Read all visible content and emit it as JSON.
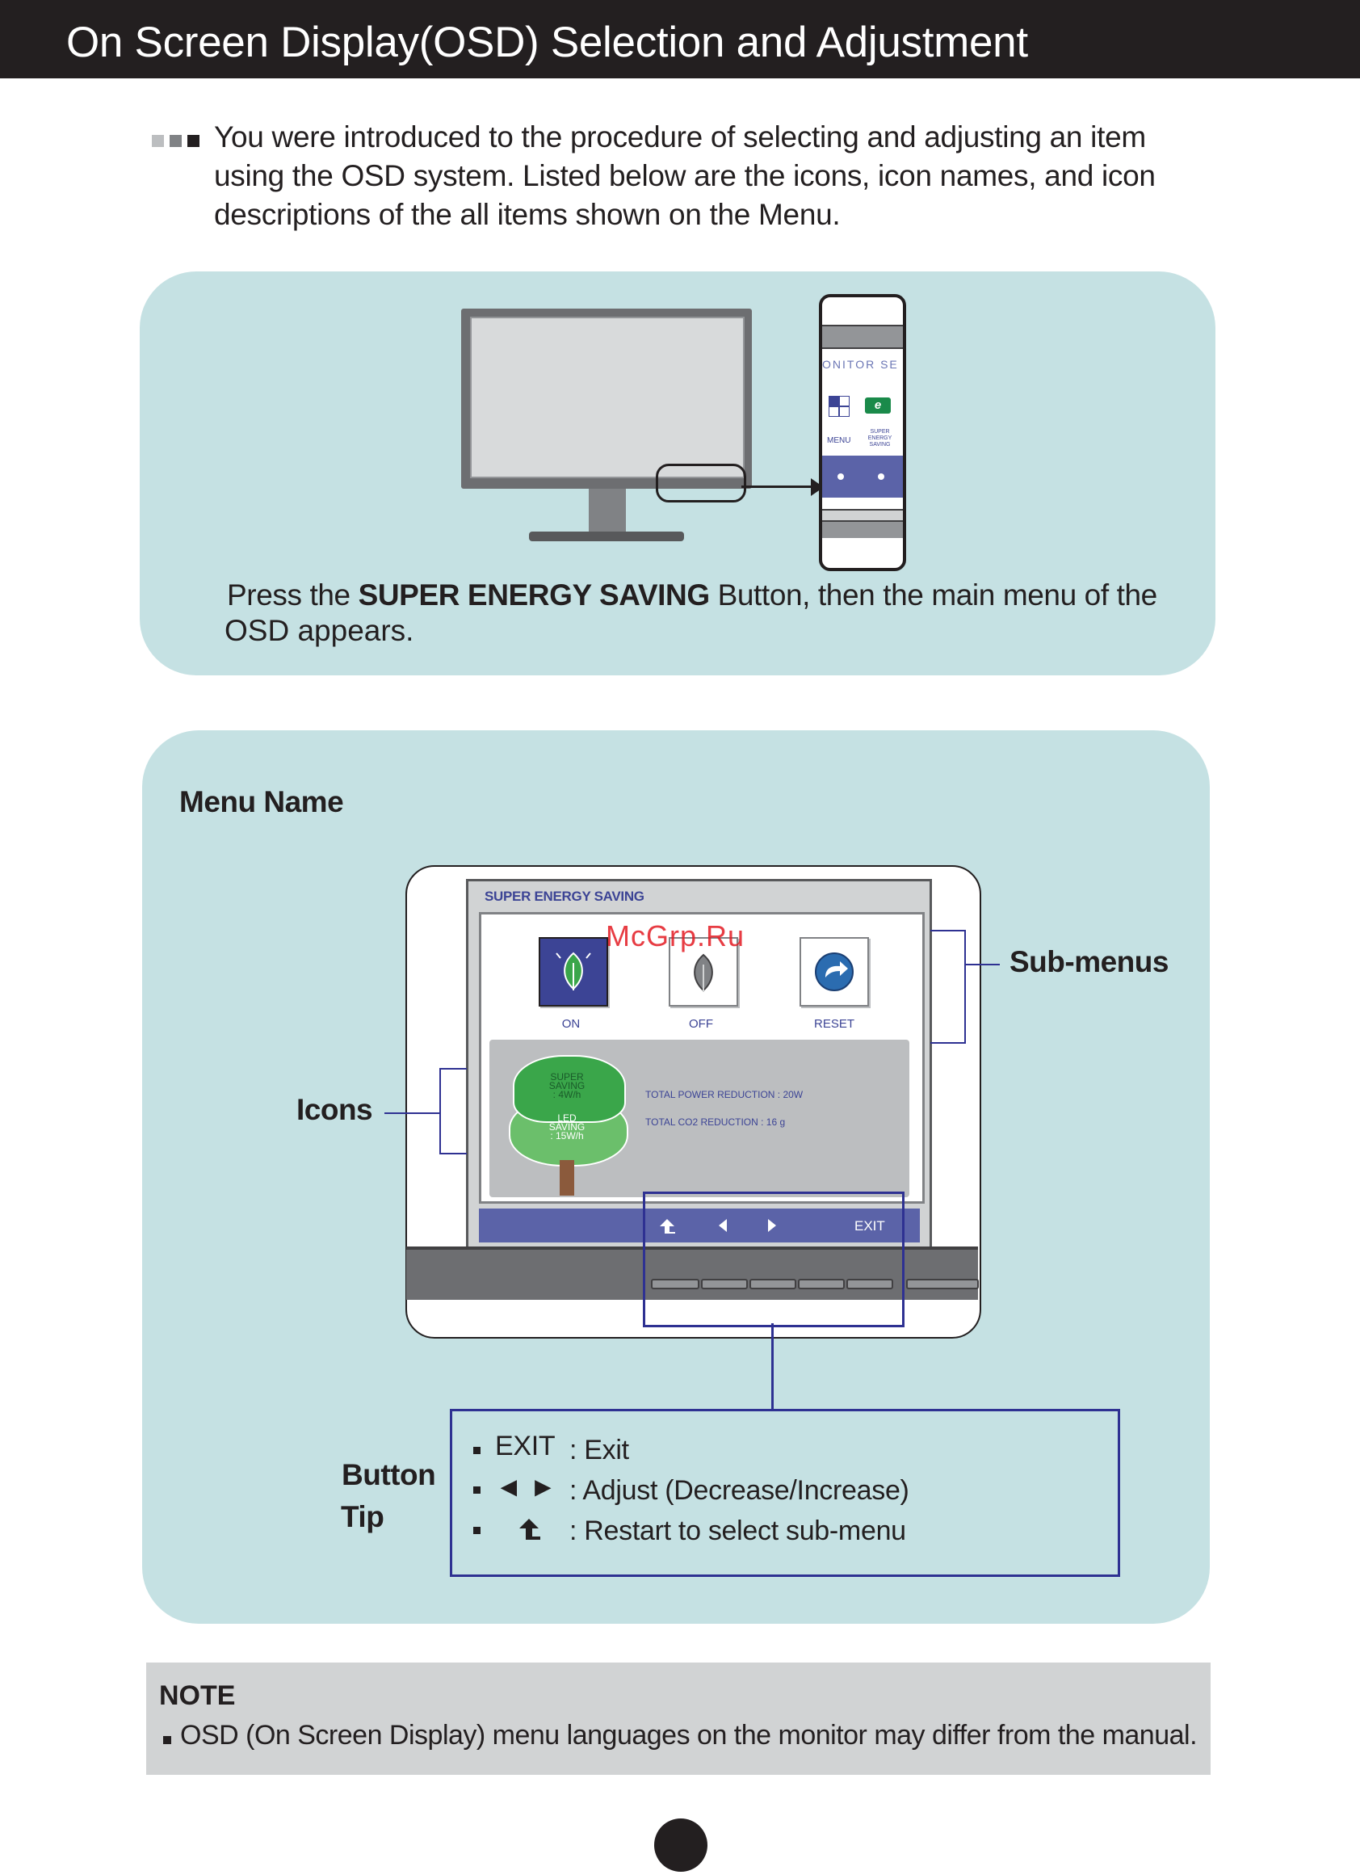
{
  "header": {
    "title": "On Screen Display(OSD) Selection and Adjustment"
  },
  "intro": {
    "text": "You were introduced to the procedure of selecting and adjusting an item using the OSD system. Listed below are the icons, icon names, and icon descriptions of the all items shown on the Menu."
  },
  "panel1": {
    "zoom_label": "ONITOR SE",
    "zoom_menu": "MENU",
    "zoom_ses": "SUPER ENERGY SAVING",
    "zoom_eco": "e",
    "press_before": "Press the ",
    "press_bold": "SUPER ENERGY SAVING",
    "press_after": " Button, then the main menu of the",
    "press_line2": "OSD appears."
  },
  "panel2": {
    "menu_name": "Menu Name",
    "osd_title": "SUPER ENERGY SAVING",
    "icons": [
      {
        "label": "ON",
        "icon": "leaf-on-icon"
      },
      {
        "label": "OFF",
        "icon": "leaf-off-icon"
      },
      {
        "label": "RESET",
        "icon": "reset-icon"
      }
    ],
    "tree_top": [
      "SUPER",
      "SAVING",
      ": 4W/h"
    ],
    "tree_bottom": [
      "LED",
      "SAVING",
      ": 15W/h"
    ],
    "total_power": "TOTAL POWER REDUCTION : 20W",
    "total_co2": "TOTAL CO2 REDUCTION : 16 g",
    "bar_exit": "EXIT",
    "label_submenus": "Sub-menus",
    "label_icons": "Icons",
    "label_button": "Button",
    "label_tip": "Tip",
    "tips": [
      {
        "key": "EXIT",
        "desc": "Exit"
      },
      {
        "key": "◄ ►",
        "desc": "Adjust (Decrease/Increase)"
      },
      {
        "key": "",
        "desc": "Restart to select sub-menu"
      }
    ]
  },
  "note": {
    "title": "NOTE",
    "text": "OSD (On Screen Display) menu languages on the monitor may differ from the manual."
  },
  "watermark": "McGrp.Ru",
  "colors": {
    "panel": "#c5e1e3",
    "navy": "#2e3192",
    "header": "#231f20"
  }
}
